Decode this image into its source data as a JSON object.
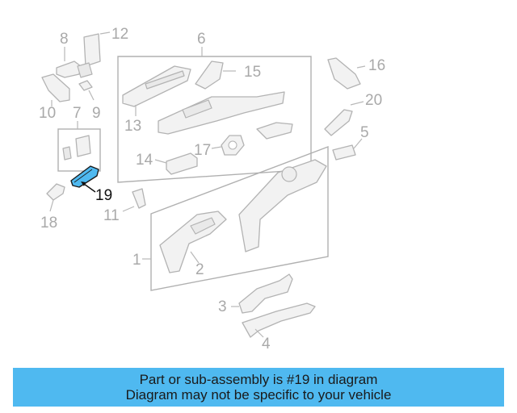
{
  "diagram": {
    "callouts": [
      "1",
      "2",
      "3",
      "4",
      "5",
      "6",
      "7",
      "8",
      "9",
      "10",
      "11",
      "12",
      "13",
      "14",
      "15",
      "16",
      "17",
      "18",
      "19",
      "20"
    ],
    "highlighted_callout": "19",
    "highlight_color": "#4fb9f0"
  },
  "banner": {
    "line1": "Part or sub-assembly is #19 in diagram",
    "line2": "Diagram may not be specific to your vehicle",
    "background": "#4fb9f0"
  }
}
